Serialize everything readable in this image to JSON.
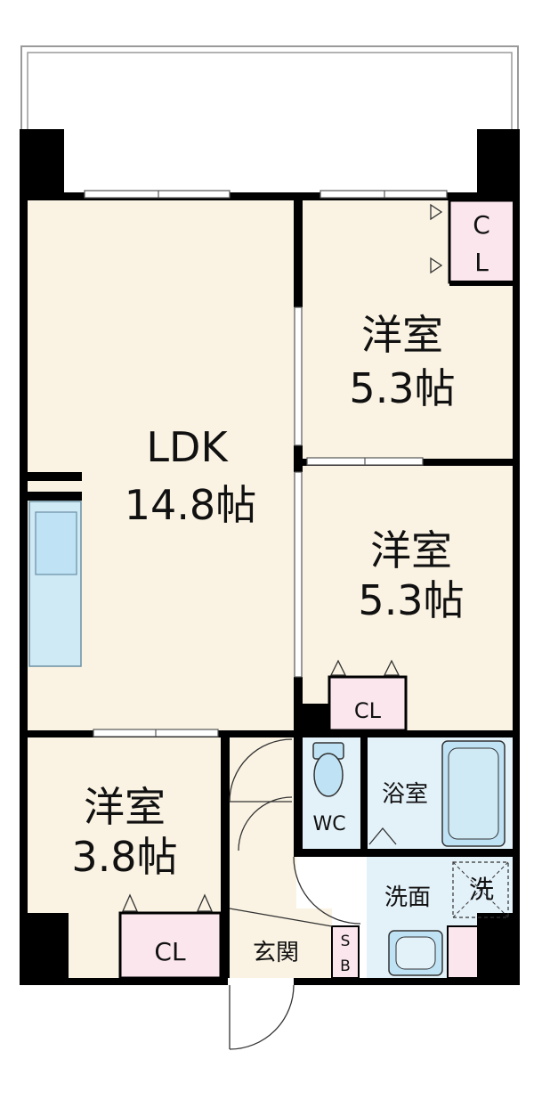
{
  "colors": {
    "floor_main": "#faf3e3",
    "wall": "#000000",
    "closet": "#fbe6ee",
    "water_area": "#e3f1f9",
    "kitchen_counter": "#cfe9f5",
    "fixture": "#bfe3f4",
    "balcony_border": "#9a9a9a"
  },
  "rooms": {
    "ldk": {
      "name": "LDK",
      "size": "14.8帖"
    },
    "bedroom_a": {
      "name": "洋室",
      "size": "5.3帖"
    },
    "bedroom_b": {
      "name": "洋室",
      "size": "5.3帖"
    },
    "bedroom_c": {
      "name": "洋室",
      "size": "3.8帖"
    },
    "toilet": {
      "name": "WC"
    },
    "bath": {
      "name": "浴室"
    },
    "washroom": {
      "name": "洗面"
    },
    "washer": {
      "name": "洗"
    },
    "entrance": {
      "name": "玄関"
    },
    "shoe_box": {
      "line1": "S",
      "line2": "B"
    }
  },
  "closets": {
    "top_right": {
      "line1": "C",
      "line2": "L"
    },
    "middle": {
      "label": "CL"
    },
    "bottom_left": {
      "label": "CL"
    }
  }
}
